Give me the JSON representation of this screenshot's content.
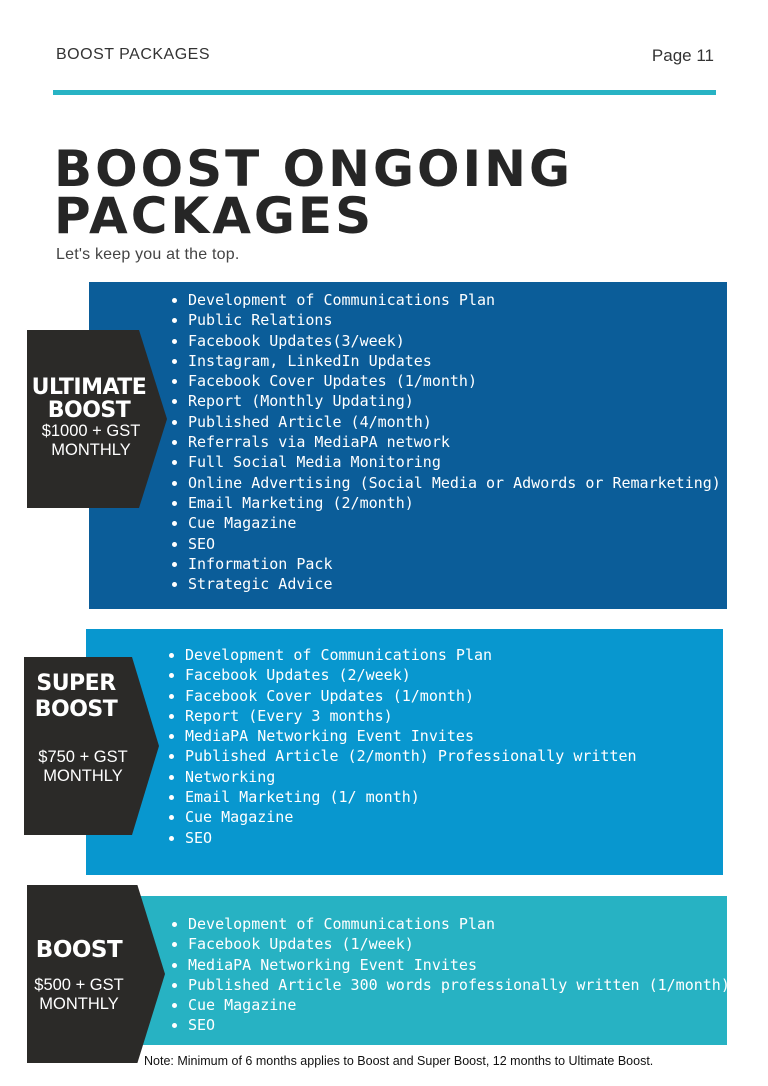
{
  "header": {
    "section": "BOOST PACKAGES",
    "page": "Page 11"
  },
  "title": "BOOST ONGOING PACKAGES",
  "subtitle": "Let's keep you at the top.",
  "colors": {
    "accent": "#28b3c4",
    "ultimate_panel": "#0b5d99",
    "super_panel": "#0897cf",
    "boost_panel": "#27b2c3",
    "tag": "#2b2a28"
  },
  "packages": {
    "ultimate": {
      "name_line1": "ULTIMATE",
      "name_line2": "BOOST",
      "price": "$1000 + GST",
      "period": "MONTHLY",
      "features": [
        "Development of Communications Plan",
        "Public Relations",
        "Facebook Updates(3/week)",
        "Instagram, LinkedIn Updates",
        "Facebook Cover Updates (1/month)",
        "Report (Monthly Updating)",
        "Published Article (4/month)",
        "Referrals via MediaPA network",
        "Full Social Media Monitoring",
        "Online Advertising (Social Media or Adwords or Remarketing)",
        "Email Marketing (2/month)",
        "Cue Magazine",
        "SEO",
        "Information Pack",
        "Strategic Advice"
      ]
    },
    "super": {
      "name_line1": "SUPER",
      "name_line2": "BOOST",
      "price": "$750 + GST",
      "period": "MONTHLY",
      "features": [
        "Development of Communications Plan",
        "Facebook Updates (2/week)",
        "Facebook Cover Updates (1/month)",
        "Report  (Every 3 months)",
        "MediaPA Networking Event Invites",
        "Published Article (2/month) Professionally written",
        "Networking",
        "Email Marketing (1/ month)",
        "Cue Magazine",
        "SEO"
      ]
    },
    "boost": {
      "name_line1": "BOOST",
      "price": "$500 + GST",
      "period": "MONTHLY",
      "features": [
        "Development of Communications Plan",
        "Facebook Updates (1/week)",
        "MediaPA Networking Event Invites",
        "Published Article 300 words professionally written  (1/month)",
        "Cue Magazine",
        "SEO"
      ]
    }
  },
  "note": "Note: Minimum of 6 months applies to Boost and Super Boost, 12 months to Ultimate Boost."
}
